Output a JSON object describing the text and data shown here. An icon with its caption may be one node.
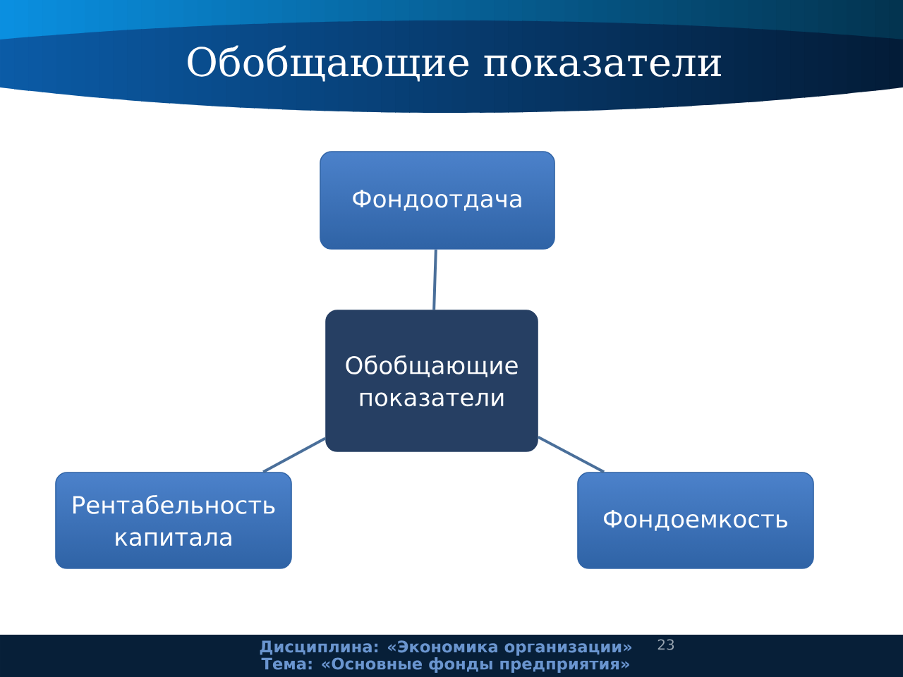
{
  "diagram": {
    "title": "Обобщающие показатели",
    "nodes": [
      {
        "text": [
          "Фондоотдача"
        ]
      },
      {
        "text": [
          "Обобщающие показатели"
        ]
      },
      {
        "text": [
          "Рентабельность капитала"
        ]
      },
      {
        "text": [
          "Фондоемкость"
        ]
      }
    ],
    "edges": [
      {
        "from": 1,
        "to": 0,
        "arrow": "none"
      },
      {
        "from": 1,
        "to": 2,
        "arrow": "none"
      },
      {
        "from": 1,
        "to": 3,
        "arrow": "none"
      }
    ],
    "labels": [
      "Дисциплина: «Экономика организации»",
      "Тема: «Основные фонды предприятия»",
      "23"
    ]
  }
}
